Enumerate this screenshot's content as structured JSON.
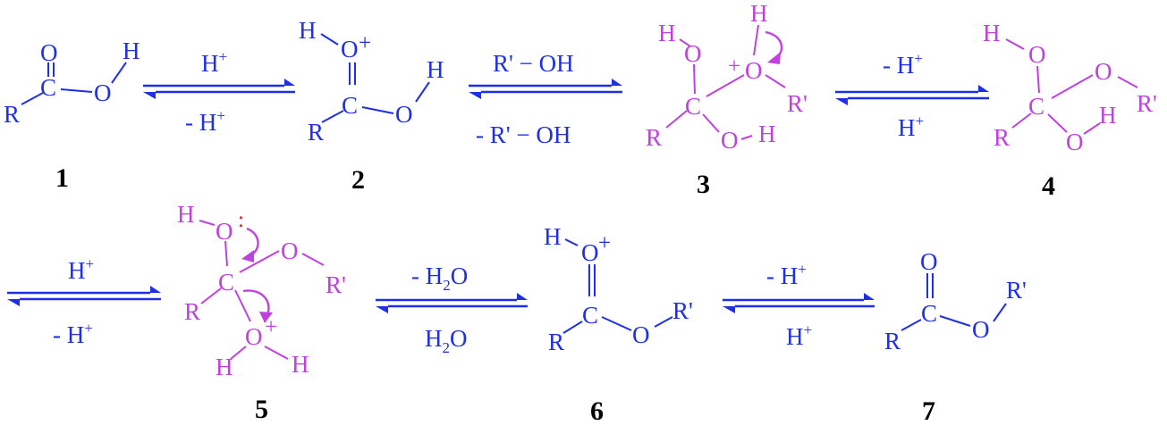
{
  "compounds": [
    {
      "label": "1"
    },
    {
      "label": "2"
    },
    {
      "label": "3"
    },
    {
      "label": "4"
    },
    {
      "label": "5"
    },
    {
      "label": "6"
    },
    {
      "label": "7"
    }
  ],
  "atoms": {
    "O": "O",
    "H": "H",
    "C": "C",
    "R": "R",
    "Rp": "R'",
    "plus": "+",
    "two": "2",
    "lone_pair": ":"
  },
  "steps": [
    {
      "top": "H",
      "top_sup": "+",
      "bottom": "- H",
      "bottom_sup": "+"
    },
    {
      "top": "R' − OH",
      "bottom": "- R' − OH"
    },
    {
      "top": "- H",
      "top_sup": "+",
      "bottom": "H",
      "bottom_sup": "+"
    },
    {
      "top": "H",
      "top_sup": "+",
      "bottom": "- H",
      "bottom_sup": "+"
    },
    {
      "top": "- H",
      "top_sub": "2",
      "top_end": "O",
      "bottom": "H",
      "bottom_sub": "2",
      "bottom_end": "O"
    },
    {
      "top": "- H",
      "top_sup": "+",
      "bottom": "H",
      "bottom_sup": "+"
    }
  ],
  "colors": {
    "reactant": "#1f2fe8",
    "intermediate": "#c040e0",
    "label": "#000000"
  }
}
